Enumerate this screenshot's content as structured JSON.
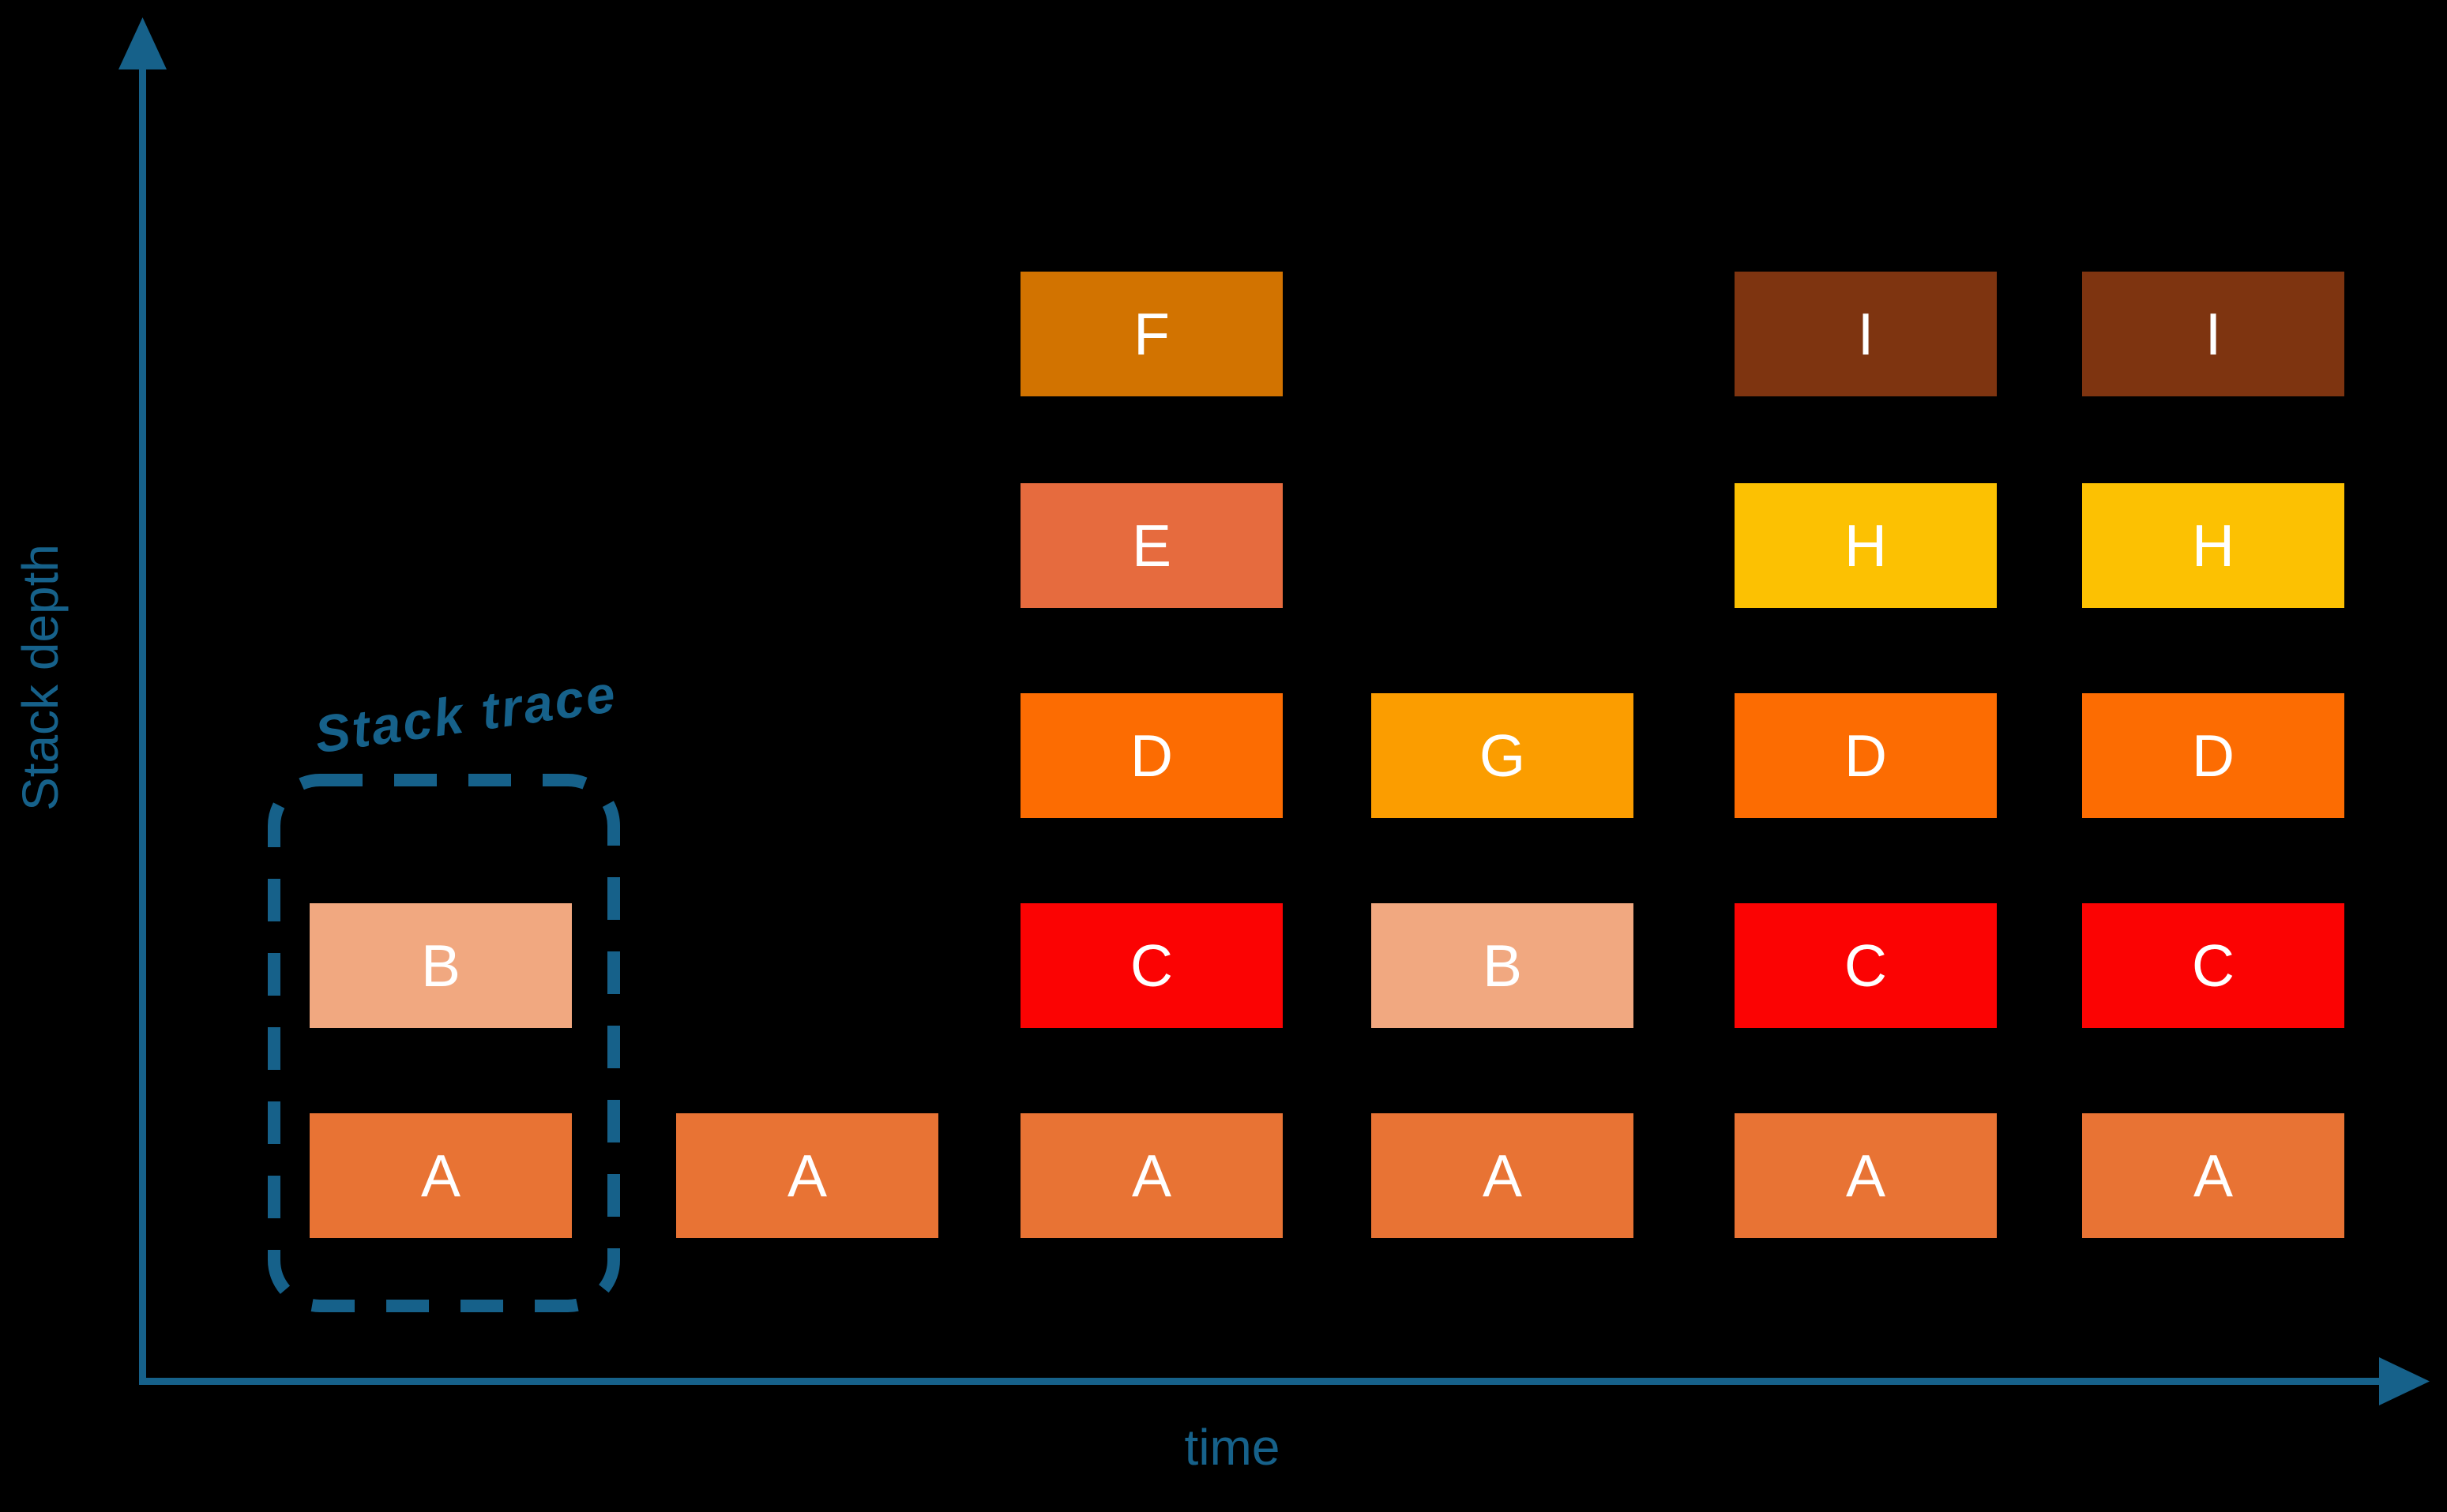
{
  "figure": {
    "x_axis_label": "time",
    "y_axis_label": "Stack depth",
    "annotation_label": "Stack trace"
  },
  "colors": {
    "background": "#000000",
    "axis": "#16618a",
    "annotation": "#16618a",
    "annotation_outline": "#16618a",
    "frame_text": "#ffffff",
    "functions": {
      "A": "#e87334",
      "B": "#f1a880",
      "C": "#fb0303",
      "D": "#fc6c02",
      "E": "#e66b3e",
      "F": "#d27300",
      "G": "#fb9d00",
      "H": "#fcc102",
      "I": "#7e3410"
    }
  },
  "chart_data": {
    "type": "icicle-flame-chart-illustration",
    "title": "",
    "xlabel": "time",
    "ylabel": "Stack depth",
    "grid": false,
    "annotation": {
      "label": "Stack trace",
      "applies_to_time_slot": 1
    },
    "columns": [
      {
        "time_slot": 1,
        "frames": [
          "A",
          "B"
        ],
        "annotated": true
      },
      {
        "time_slot": 2,
        "frames": [
          "A"
        ],
        "annotated": false
      },
      {
        "time_slot": 3,
        "frames": [
          "A",
          "C",
          "D",
          "E",
          "F"
        ],
        "annotated": false
      },
      {
        "time_slot": 4,
        "frames": [
          "A",
          "B",
          "G"
        ],
        "annotated": false
      },
      {
        "time_slot": 5,
        "frames": [
          "A",
          "C",
          "D",
          "H",
          "I"
        ],
        "annotated": false
      },
      {
        "time_slot": 6,
        "frames": [
          "A",
          "C",
          "D",
          "H",
          "I"
        ],
        "annotated": false
      }
    ]
  }
}
